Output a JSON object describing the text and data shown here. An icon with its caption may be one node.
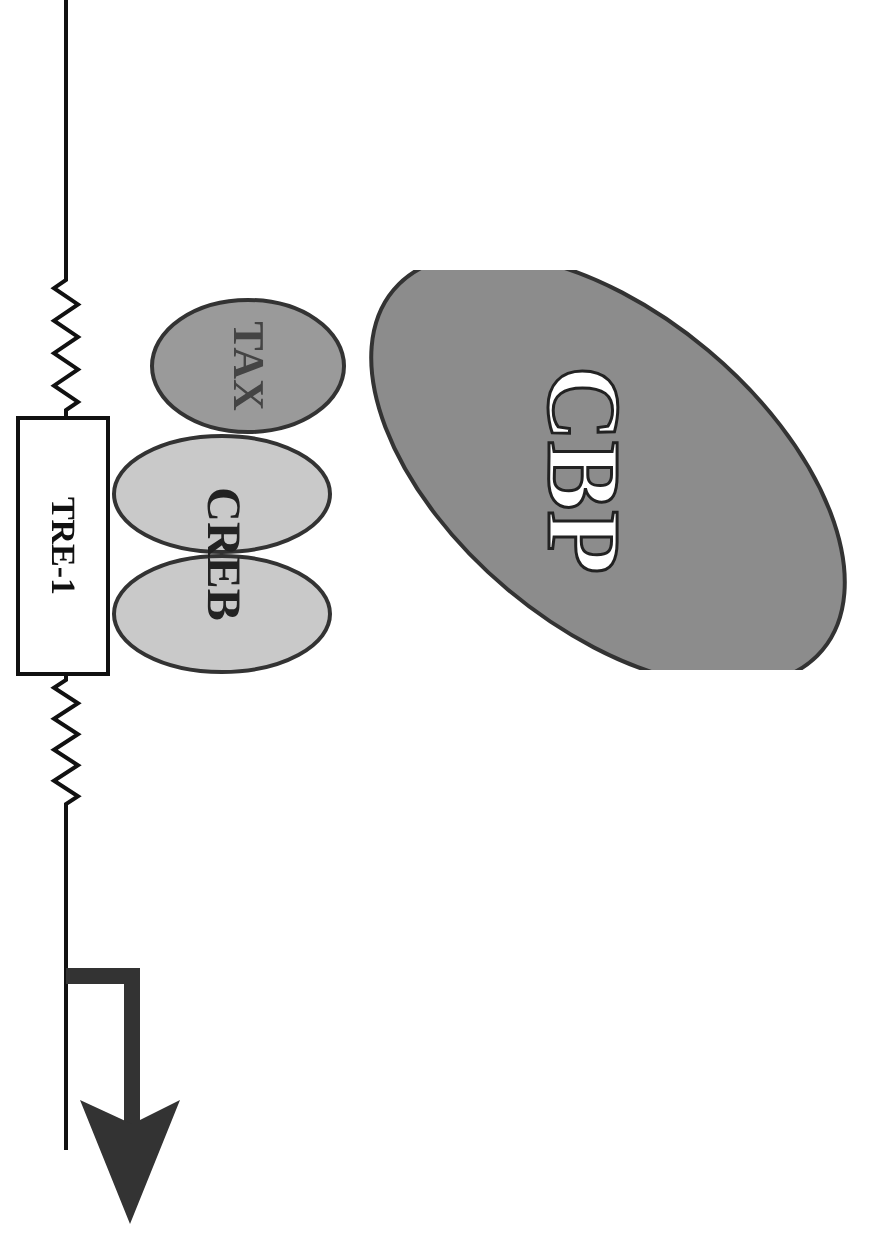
{
  "diagram": {
    "nodes": [
      {
        "text": [
          "TRE-1"
        ]
      },
      {
        "text": [
          "CREB"
        ]
      },
      {
        "text": [
          "TAX"
        ]
      },
      {
        "text": [
          "CBP"
        ]
      }
    ]
  }
}
